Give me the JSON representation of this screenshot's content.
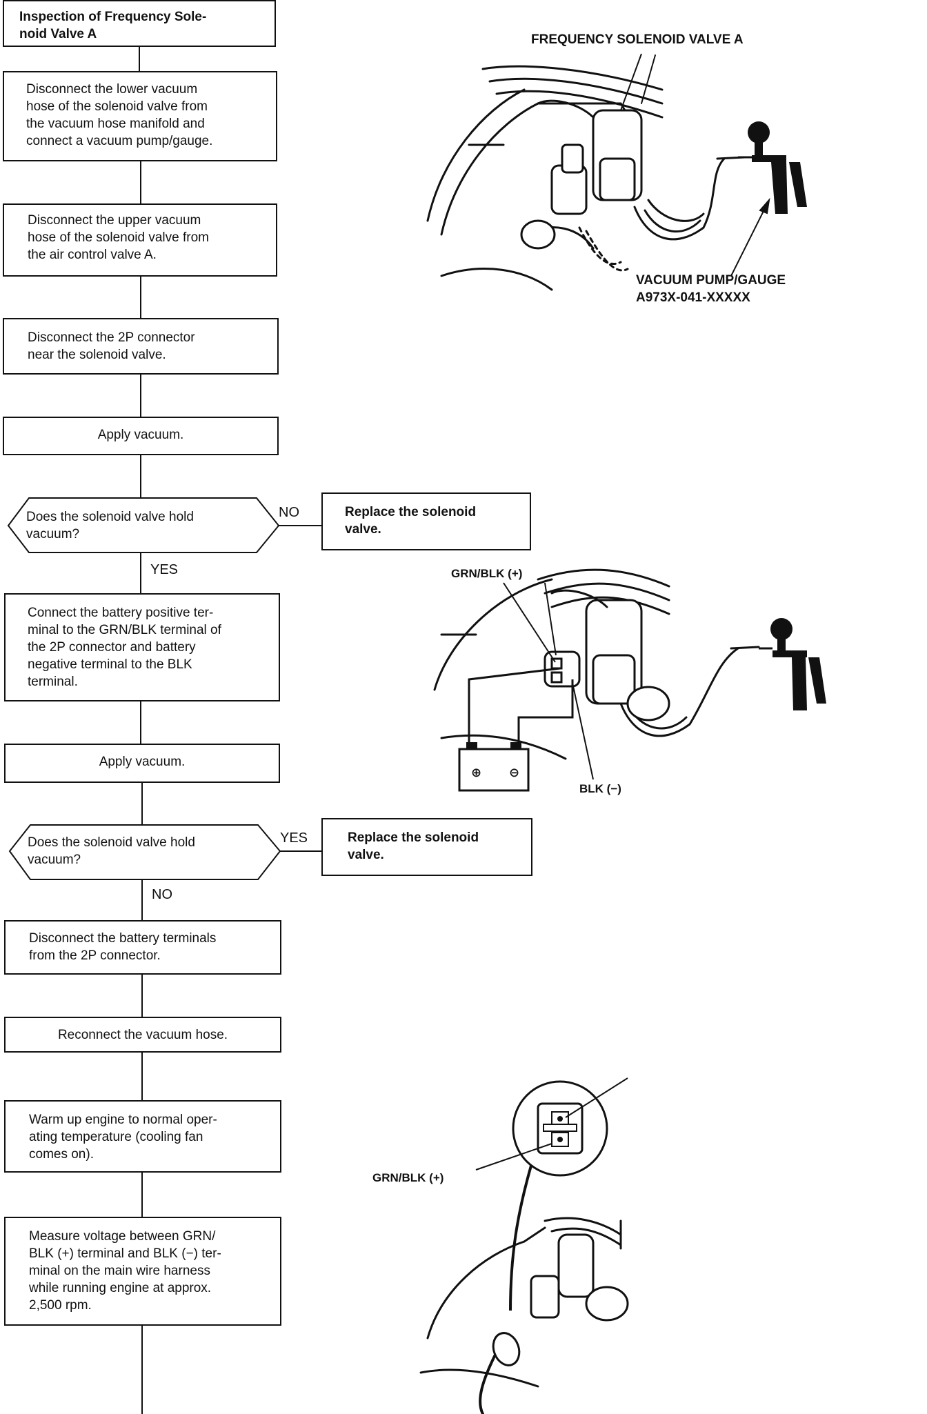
{
  "title": "Inspection of Frequency Sole-\nnoid Valve A",
  "steps": {
    "s1": "Disconnect the lower vacuum\nhose of the solenoid valve from\nthe vacuum hose manifold and\nconnect a vacuum pump/gauge.",
    "s2": "Disconnect the upper vacuum\nhose of the solenoid valve from\nthe air control valve A.",
    "s3": "Disconnect the 2P connector\nnear the solenoid valve.",
    "s4": "Apply vacuum.",
    "s5": "Connect the battery positive ter-\nminal to the GRN/BLK terminal of\nthe 2P connector and battery\nnegative terminal to the BLK\nterminal.",
    "s6": "Apply vacuum.",
    "s7": "Disconnect the battery terminals\nfrom the 2P connector.",
    "s8": "Reconnect the vacuum hose.",
    "s9": "Warm up engine to normal oper-\nating temperature (cooling fan\ncomes on).",
    "s10": "Measure voltage between GRN/\nBLK (+) terminal and BLK (−) ter-\nminal on the main wire harness\nwhile running engine at approx.\n2,500 rpm."
  },
  "decisions": {
    "d1": "Does the solenoid valve hold\nvacuum?",
    "d2": "Does the solenoid valve hold\nvacuum?"
  },
  "outcomes": {
    "r1": "Replace the solenoid\nvalve.",
    "r2": "Replace the solenoid\nvalve."
  },
  "answers": {
    "d1_side": "NO",
    "d1_down": "YES",
    "d2_side": "YES",
    "d2_down": "NO"
  },
  "labels": {
    "valve": "FREQUENCY SOLENOID VALVE A",
    "pump_line1": "VACUUM PUMP/GAUGE",
    "pump_line2": "A973X-041-XXXXX",
    "grn_blk_1": "GRN/BLK (+)",
    "blk": "BLK (−)",
    "grn_blk_2": "GRN/BLK (+)"
  },
  "battery_symbols": {
    "positive": "⊕",
    "negative": "⊖"
  }
}
